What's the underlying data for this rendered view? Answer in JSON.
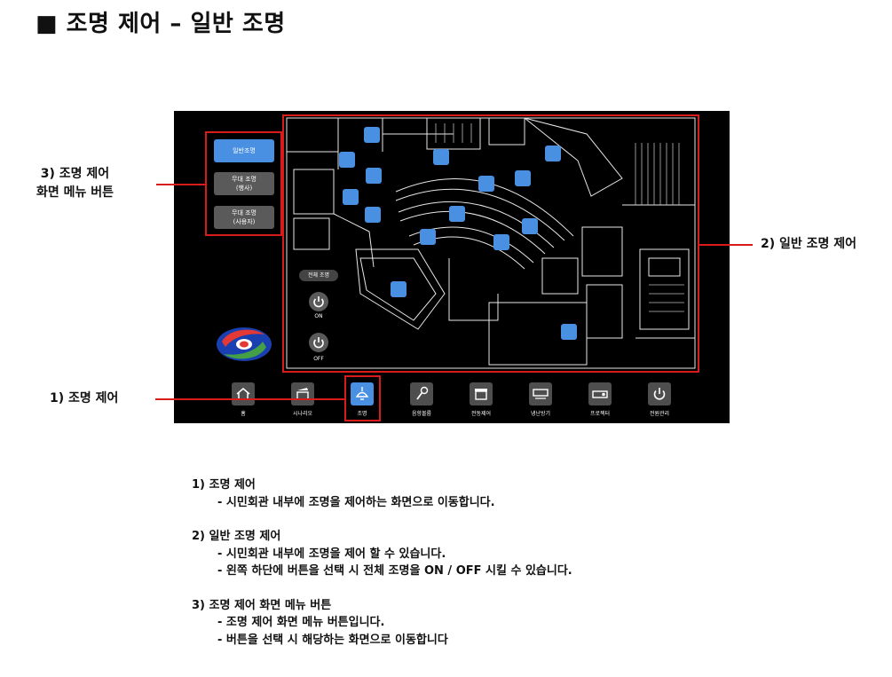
{
  "page_title": "■ 조명 제어 – 일반 조명",
  "callouts": {
    "menu_buttons": [
      "3) 조명 제어",
      "화면 메뉴 버튼"
    ],
    "general_light": "2) 일반 조명 제어",
    "light_control": "1) 조명 제어"
  },
  "side_menu": {
    "general": "일반조명",
    "stage_event": [
      "무대 조명",
      "(행사)"
    ],
    "stage_user": [
      "무대 조명",
      "(사용자)"
    ]
  },
  "all_light_label": "전체 조명",
  "power": {
    "on": "ON",
    "off": "OFF"
  },
  "nav": [
    {
      "label": "홈",
      "icon": "home-icon"
    },
    {
      "label": "시나리오",
      "icon": "scenario-icon"
    },
    {
      "label": "조명",
      "icon": "lamp-icon"
    },
    {
      "label": "음향볼륨",
      "icon": "microphone-icon"
    },
    {
      "label": "전동제어",
      "icon": "motor-icon"
    },
    {
      "label": "냉난방기",
      "icon": "aircon-icon"
    },
    {
      "label": "프로젝터",
      "icon": "projector-icon"
    },
    {
      "label": "전원관리",
      "icon": "power-icon"
    }
  ],
  "accent_color": "#4a90e2",
  "highlight_color": "#d81b1b",
  "descriptions": [
    {
      "title": "1) 조명 제어",
      "lines": [
        "- 시민회관 내부에 조명을 제어하는 화면으로 이동합니다."
      ]
    },
    {
      "title": "2) 일반 조명 제어",
      "lines": [
        "- 시민회관 내부에 조명을 제어 할 수 있습니다.",
        "- 왼쪽 하단에 버튼을 선택 시 전체 조명을 ON / OFF 시킬 수 있습니다."
      ]
    },
    {
      "title": "3) 조명 제어 화면 메뉴 버튼",
      "lines": [
        "- 조명 제어 화면 메뉴 버튼입니다.",
        "- 버튼을 선택 시 해당하는 화면으로 이동합니다"
      ]
    }
  ]
}
